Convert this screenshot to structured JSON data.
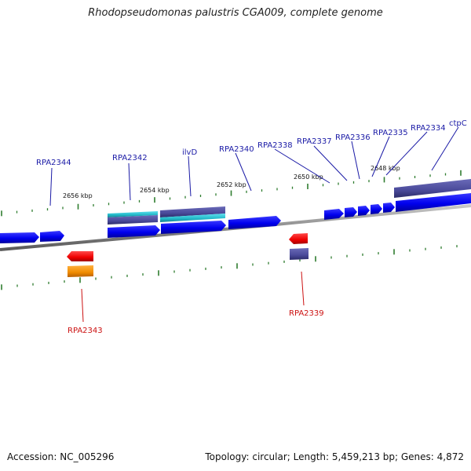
{
  "title": "Rhodopseudomonas palustris CGA009, complete genome",
  "footer": {
    "accession": "Accession: NC_005296",
    "summary": "Topology: circular; Length: 5,459,213 bp; Genes: 4,872"
  },
  "colors": {
    "forward_gene": "#0000ee",
    "forward_label": "#1a1aa6",
    "reverse_gene": "#ee0000",
    "reverse_label": "#cc1111",
    "orange_gene": "#f08c00",
    "slate_gene": "#4a4a9a",
    "teal_gene": "#22b8c8",
    "tick": "#2f7d2f",
    "backbone": "#8a8a8a"
  },
  "scale_labels": [
    "2656 kbp",
    "2654 kbp",
    "2652 kbp",
    "2650 kbp",
    "2648 kbp"
  ],
  "forward_labels": [
    "RPA2344",
    "RPA2342",
    "ilvD",
    "RPA2340",
    "RPA2338",
    "RPA2337",
    "RPA2336",
    "RPA2335",
    "RPA2334",
    "ctpC"
  ],
  "reverse_labels": [
    "RPA2343",
    "RPA2339"
  ]
}
